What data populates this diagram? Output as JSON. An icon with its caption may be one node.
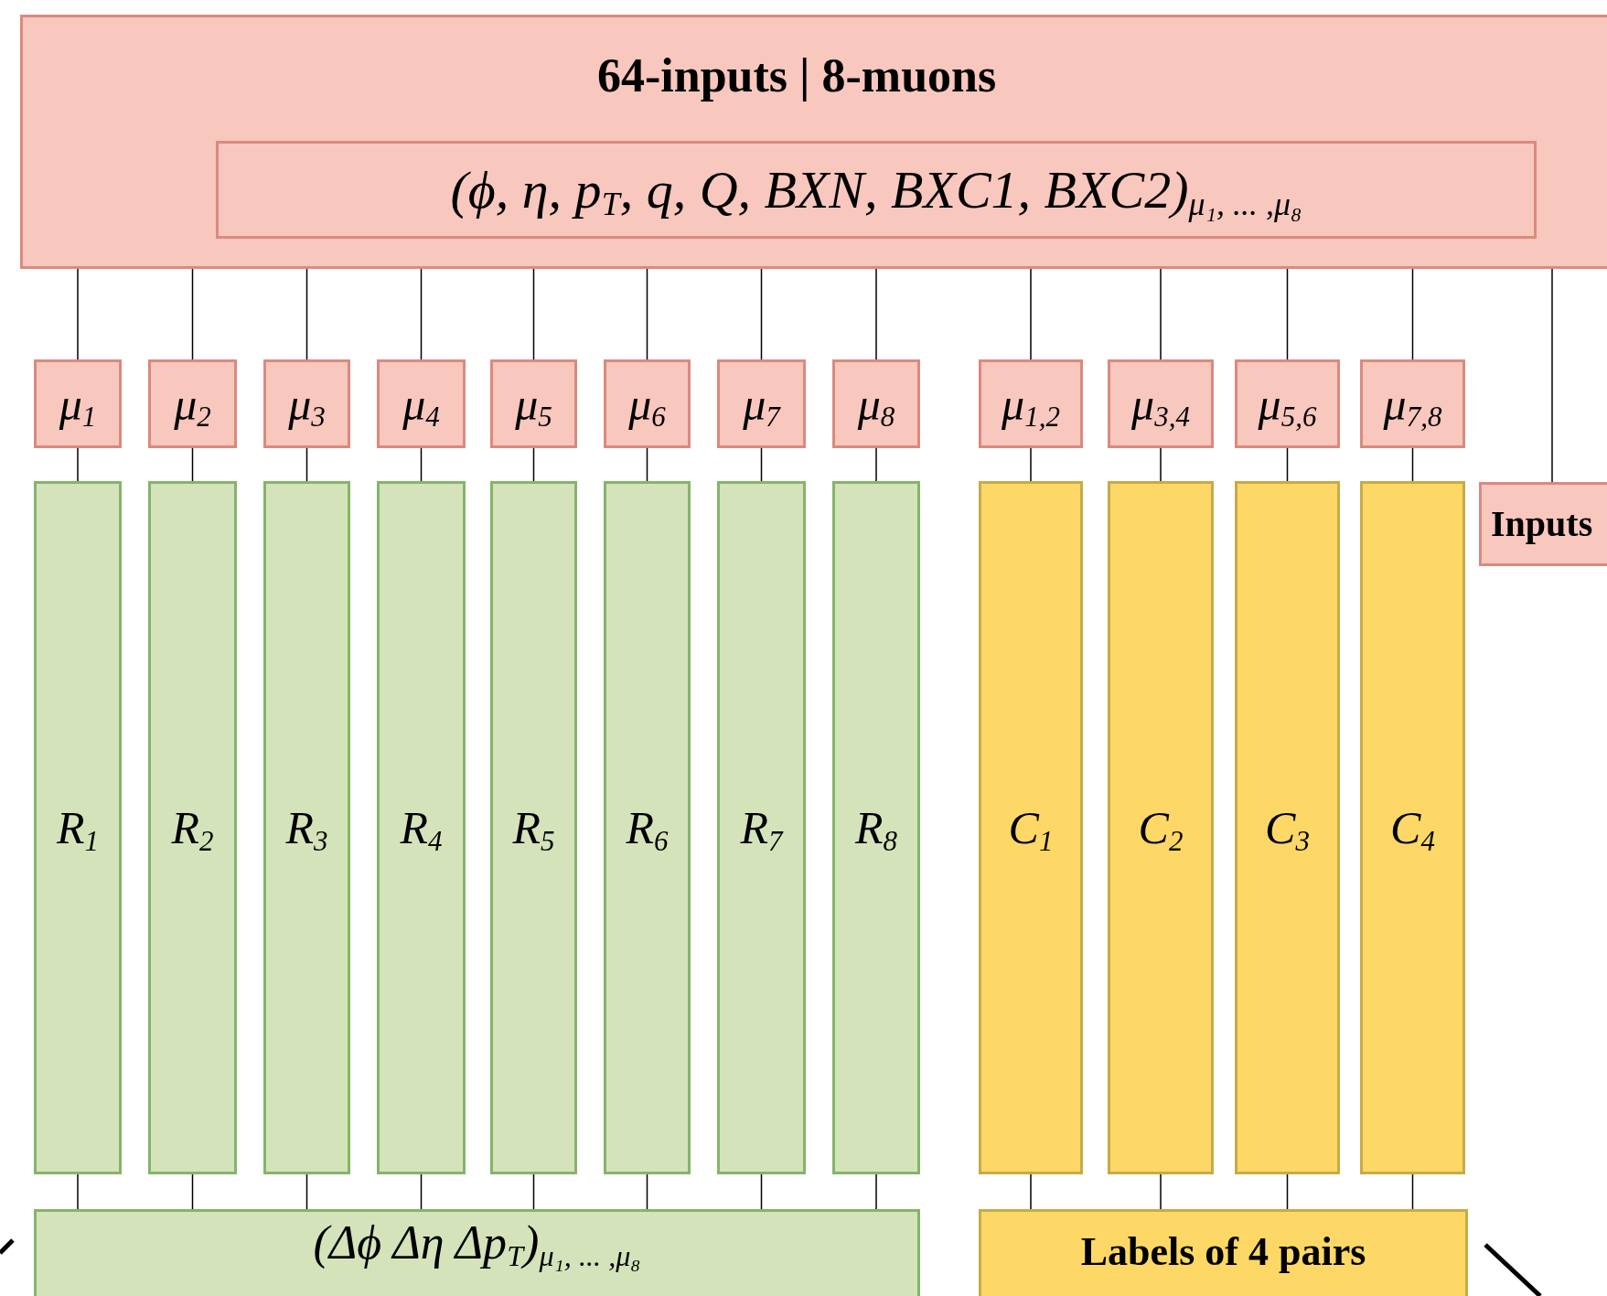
{
  "diagram": {
    "nodes": [
      {
        "text": [
          "64-inputs | 8-muons"
        ]
      },
      {
        "text": [
          "(ϕ, η, p$_{T}$, q, Q, BXN, BXC1, BXC2)$_{μ₁, ... ,μ₈}$"
        ],
        "in": 0
      },
      {
        "text": [
          "μ$_{1}$"
        ]
      },
      {
        "text": [
          "μ$_{2}$"
        ]
      },
      {
        "text": [
          "μ$_{3}$"
        ]
      },
      {
        "text": [
          "μ$_{4}$"
        ]
      },
      {
        "text": [
          "μ$_{5}$"
        ]
      },
      {
        "text": [
          "μ$_{6}$"
        ]
      },
      {
        "text": [
          "μ$_{7}$"
        ]
      },
      {
        "text": [
          "μ$_{8}$"
        ]
      },
      {
        "text": [
          "μ$_{1,2}$"
        ]
      },
      {
        "text": [
          "μ$_{3,4}$"
        ]
      },
      {
        "text": [
          "μ$_{5,6}$"
        ]
      },
      {
        "text": [
          "μ$_{7,8}$"
        ]
      },
      {
        "text": [
          "Inputs"
        ]
      },
      {
        "text": [
          "R$_{1}$"
        ]
      },
      {
        "text": [
          "R$_{2}$"
        ]
      },
      {
        "text": [
          "R$_{3}$"
        ]
      },
      {
        "text": [
          "R$_{4}$"
        ]
      },
      {
        "text": [
          "R$_{5}$"
        ]
      },
      {
        "text": [
          "R$_{6}$"
        ]
      },
      {
        "text": [
          "R$_{7}$"
        ]
      },
      {
        "text": [
          "R$_{8}$"
        ]
      },
      {
        "text": [
          "C$_{1}$"
        ]
      },
      {
        "text": [
          "C$_{2}$"
        ]
      },
      {
        "text": [
          "C$_{3}$"
        ]
      },
      {
        "text": [
          "C$_{4}$"
        ]
      },
      {
        "text": [
          "(Δϕ Δη Δp$_{T}$)$_{μ₁, ... ,μ₈}$"
        ]
      },
      {
        "text": [
          "Labels of 4 pairs"
        ]
      }
    ],
    "edges": [
      {
        "from": 0,
        "to": 2,
        "arrow": "none"
      },
      {
        "from": 0,
        "to": 3,
        "arrow": "none"
      },
      {
        "from": 0,
        "to": 4,
        "arrow": "none"
      },
      {
        "from": 0,
        "to": 5,
        "arrow": "none"
      },
      {
        "from": 0,
        "to": 6,
        "arrow": "none"
      },
      {
        "from": 0,
        "to": 7,
        "arrow": "none"
      },
      {
        "from": 0,
        "to": 8,
        "arrow": "none"
      },
      {
        "from": 0,
        "to": 9,
        "arrow": "none"
      },
      {
        "from": 0,
        "to": 10,
        "arrow": "none"
      },
      {
        "from": 0,
        "to": 11,
        "arrow": "none"
      },
      {
        "from": 0,
        "to": 12,
        "arrow": "none"
      },
      {
        "from": 0,
        "to": 13,
        "arrow": "none"
      },
      {
        "from": 0,
        "to": 14,
        "arrow": "none"
      },
      {
        "from": 2,
        "to": 15,
        "arrow": "none"
      },
      {
        "from": 3,
        "to": 16,
        "arrow": "none"
      },
      {
        "from": 4,
        "to": 17,
        "arrow": "none"
      },
      {
        "from": 5,
        "to": 18,
        "arrow": "none"
      },
      {
        "from": 6,
        "to": 19,
        "arrow": "none"
      },
      {
        "from": 7,
        "to": 20,
        "arrow": "none"
      },
      {
        "from": 8,
        "to": 21,
        "arrow": "none"
      },
      {
        "from": 9,
        "to": 22,
        "arrow": "none"
      },
      {
        "from": 10,
        "to": 23,
        "arrow": "none"
      },
      {
        "from": 11,
        "to": 24,
        "arrow": "none"
      },
      {
        "from": 12,
        "to": 25,
        "arrow": "none"
      },
      {
        "from": 13,
        "to": 26,
        "arrow": "none"
      },
      {
        "from": 15,
        "to": 27,
        "arrow": "none"
      },
      {
        "from": 16,
        "to": 27,
        "arrow": "none"
      },
      {
        "from": 17,
        "to": 27,
        "arrow": "none"
      },
      {
        "from": 18,
        "to": 27,
        "arrow": "none"
      },
      {
        "from": 19,
        "to": 27,
        "arrow": "none"
      },
      {
        "from": 20,
        "to": 27,
        "arrow": "none"
      },
      {
        "from": 21,
        "to": 27,
        "arrow": "none"
      },
      {
        "from": 22,
        "to": 27,
        "arrow": "none"
      },
      {
        "from": 23,
        "to": 28,
        "arrow": "none"
      },
      {
        "from": 24,
        "to": 28,
        "arrow": "none"
      },
      {
        "from": 25,
        "to": 28,
        "arrow": "none"
      },
      {
        "from": 26,
        "to": 28,
        "arrow": "none"
      }
    ]
  }
}
